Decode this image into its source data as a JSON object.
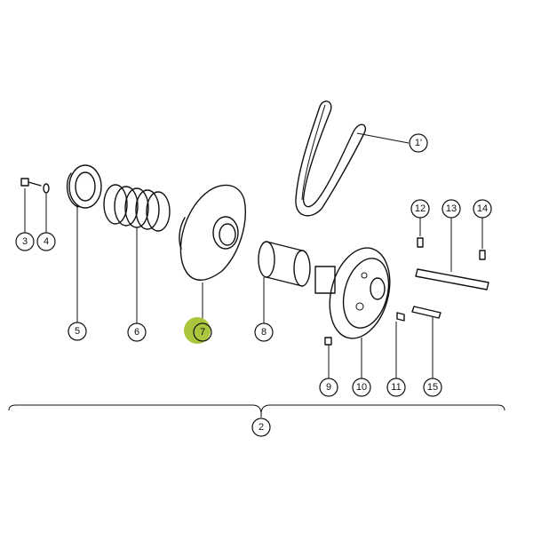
{
  "diagram": {
    "highlight_color": "#a9c63c",
    "highlighted_part": "7",
    "callouts": [
      {
        "id": "c1",
        "label": "1'"
      },
      {
        "id": "c2",
        "label": "2"
      },
      {
        "id": "c3",
        "label": "3"
      },
      {
        "id": "c4",
        "label": "4"
      },
      {
        "id": "c5",
        "label": "5"
      },
      {
        "id": "c6",
        "label": "6"
      },
      {
        "id": "c7",
        "label": "7"
      },
      {
        "id": "c8",
        "label": "8"
      },
      {
        "id": "c9",
        "label": "9"
      },
      {
        "id": "c10",
        "label": "10"
      },
      {
        "id": "c11",
        "label": "11"
      },
      {
        "id": "c12",
        "label": "12"
      },
      {
        "id": "c13",
        "label": "13"
      },
      {
        "id": "c14",
        "label": "14"
      },
      {
        "id": "c15",
        "label": "15"
      }
    ]
  }
}
